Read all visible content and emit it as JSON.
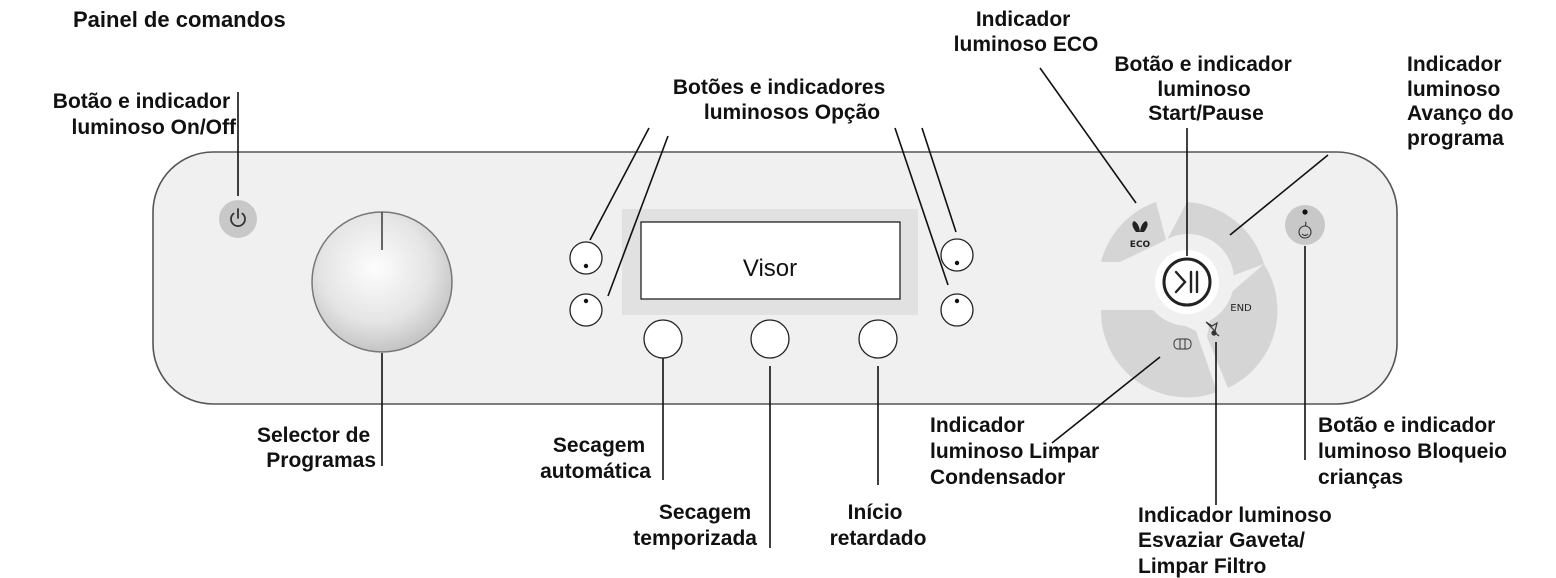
{
  "title": "Painel de comandos",
  "display_text": "Visor",
  "panel_text": {
    "eco": "ECO",
    "end": "END"
  },
  "callouts": {
    "on_off": [
      "Botão e indicador",
      "luminoso On/Off"
    ],
    "option_buttons": [
      "Botões e indicadores",
      "luminosos Opção"
    ],
    "eco": [
      "Indicador",
      "luminoso ECO"
    ],
    "start_pause": [
      "Botão e indicador",
      "luminoso",
      "Start/Pause"
    ],
    "program_progress": [
      "Indicador",
      "luminoso",
      "Avanço do",
      "programa"
    ],
    "program_selector": [
      "Selector de",
      "Programas"
    ],
    "auto_drying": [
      "Secagem",
      "automática"
    ],
    "timed_drying": [
      "Secagem",
      "temporizada"
    ],
    "delay_start": [
      "Início",
      "retardado"
    ],
    "clean_condenser": [
      "Indicador",
      "luminoso Limpar",
      "Condensador"
    ],
    "empty_drawer": [
      "Indicador luminoso",
      "Esvaziar Gaveta/",
      "Limpar Filtro"
    ],
    "child_lock": [
      "Botão e indicador",
      "luminoso Bloqueio",
      "crianças"
    ]
  },
  "icons": {
    "power": "power-icon",
    "eco": "leaf-icon",
    "start_pause": "play-pause-icon",
    "condenser": "condenser-icon",
    "drawer": "water-drawer-icon",
    "child_lock": "child-face-icon"
  },
  "colors": {
    "panel_fill": "#f0f0f0",
    "panel_stroke": "#555555",
    "display_frame": "#e1e1e1",
    "power_button": "#c8c8c8",
    "progress_ring": "#d5d5d5",
    "text": "#111111"
  }
}
